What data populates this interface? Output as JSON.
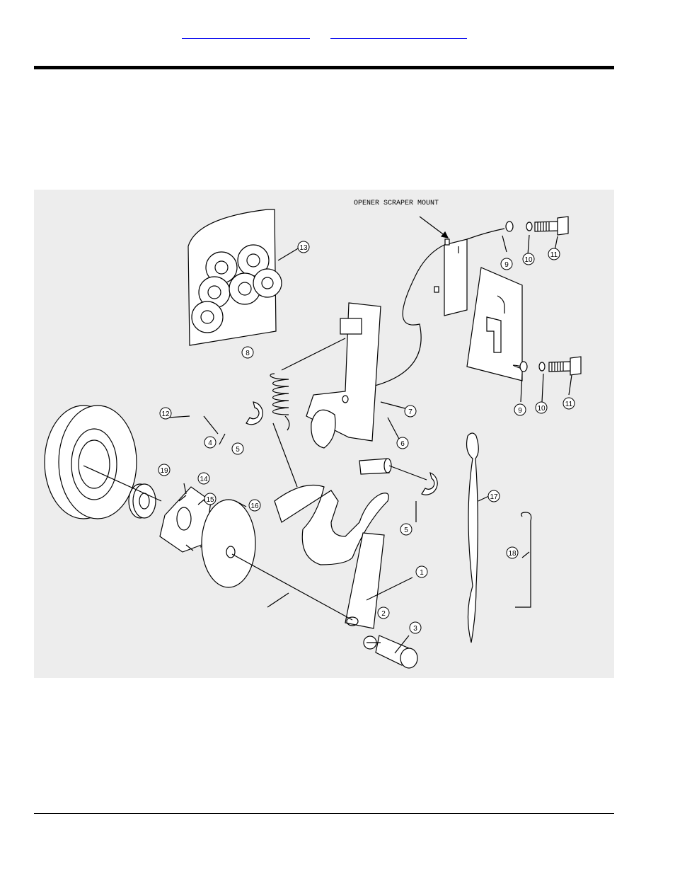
{
  "header": {
    "links": [
      {
        "label": ""
      },
      {
        "label": ""
      }
    ]
  },
  "diagram": {
    "mount_label": "OPENER SCRAPER MOUNT",
    "callouts": [
      "1",
      "2",
      "3",
      "4",
      "5",
      "5",
      "6",
      "7",
      "8",
      "9",
      "9",
      "10",
      "10",
      "11",
      "11",
      "12",
      "13",
      "14",
      "15",
      "16",
      "17",
      "18",
      "19"
    ]
  }
}
